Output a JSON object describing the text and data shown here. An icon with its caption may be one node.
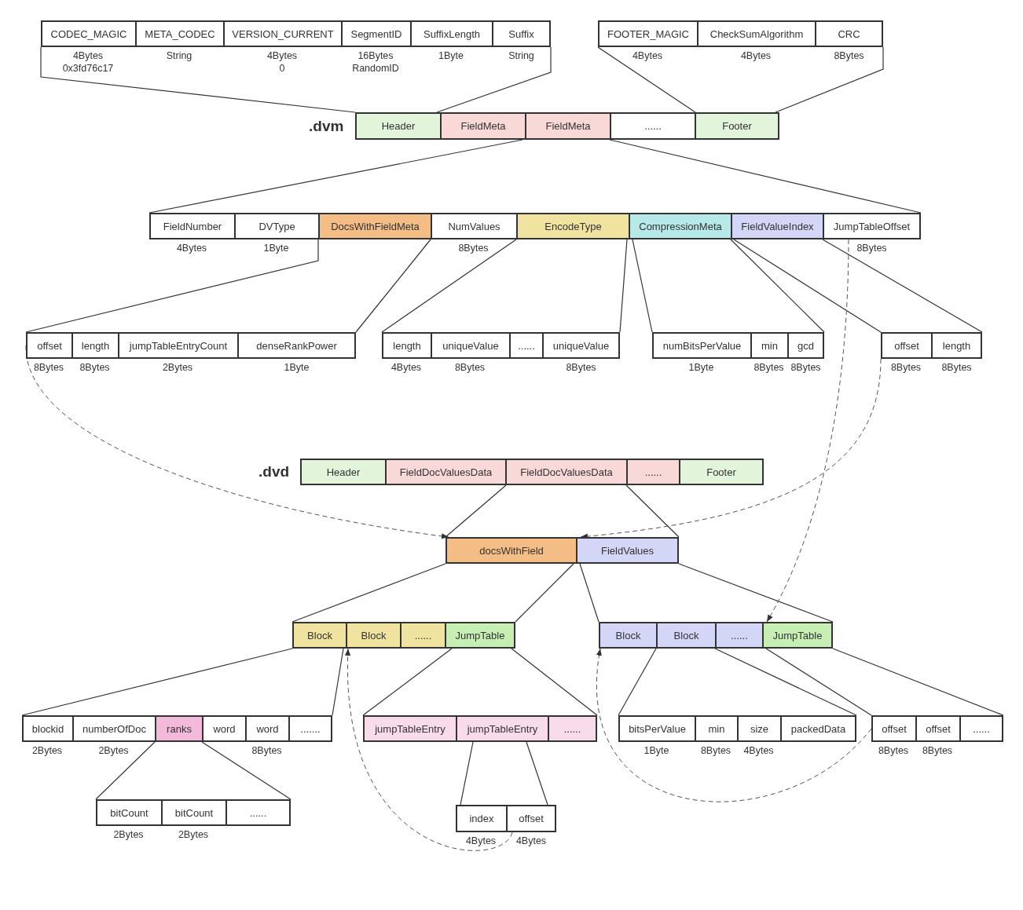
{
  "diagram": {
    "nodes": [
      {
        "text": [
          "CODEC_MAGIC"
        ],
        "beside": [
          "4Bytes",
          "0x3fd76c17"
        ]
      },
      {
        "text": [
          "META_CODEC"
        ],
        "beside": [
          "String"
        ]
      },
      {
        "text": [
          "VERSION_CURRENT"
        ],
        "beside": [
          "4Bytes",
          "0"
        ]
      },
      {
        "text": [
          "SegmentID"
        ],
        "beside": [
          "16Bytes",
          "RandomID"
        ]
      },
      {
        "text": [
          "SuffixLength"
        ],
        "beside": [
          "1Byte"
        ]
      },
      {
        "text": [
          "Suffix"
        ],
        "beside": [
          "String"
        ]
      },
      {
        "text": [
          "FOOTER_MAGIC"
        ],
        "beside": [
          "4Bytes"
        ]
      },
      {
        "text": [
          "CheckSumAlgorithm"
        ],
        "beside": [
          "4Bytes"
        ]
      },
      {
        "text": [
          "CRC"
        ],
        "beside": [
          "8Bytes"
        ]
      },
      {
        "text": [
          "Header"
        ]
      },
      {
        "text": [
          "FieldMeta"
        ]
      },
      {
        "text": [
          "FieldMeta"
        ]
      },
      {
        "text": [
          "......"
        ]
      },
      {
        "text": [
          "Footer"
        ]
      },
      {
        "text": [
          "FieldNumber"
        ],
        "beside": [
          "4Bytes"
        ]
      },
      {
        "text": [
          "DVType"
        ],
        "beside": [
          "1Byte"
        ]
      },
      {
        "text": [
          "DocsWithFieldMeta"
        ]
      },
      {
        "text": [
          "NumValues"
        ],
        "beside": [
          "8Bytes"
        ]
      },
      {
        "text": [
          "EncodeType"
        ]
      },
      {
        "text": [
          "CompressionMeta"
        ]
      },
      {
        "text": [
          "FieldValueIndex"
        ]
      },
      {
        "text": [
          "JumpTableOffset"
        ],
        "beside": [
          "8Bytes"
        ]
      },
      {
        "text": [
          "offset"
        ],
        "beside": [
          "8Bytes"
        ]
      },
      {
        "text": [
          "length"
        ],
        "beside": [
          "8Bytes"
        ]
      },
      {
        "text": [
          "jumpTableEntryCount"
        ],
        "beside": [
          "2Bytes"
        ]
      },
      {
        "text": [
          "denseRankPower"
        ],
        "beside": [
          "1Byte"
        ]
      },
      {
        "text": [
          "length"
        ],
        "beside": [
          "4Bytes"
        ]
      },
      {
        "text": [
          "uniqueValue"
        ],
        "beside": [
          "8Bytes"
        ]
      },
      {
        "text": [
          "......"
        ]
      },
      {
        "text": [
          "uniqueValue"
        ],
        "beside": [
          "8Bytes"
        ]
      },
      {
        "text": [
          "numBitsPerValue"
        ],
        "beside": [
          "1Byte"
        ]
      },
      {
        "text": [
          "min"
        ],
        "beside": [
          "8Bytes"
        ]
      },
      {
        "text": [
          "gcd"
        ],
        "beside": [
          "8Bytes"
        ]
      },
      {
        "text": [
          "offset"
        ],
        "beside": [
          "8Bytes"
        ]
      },
      {
        "text": [
          "length"
        ],
        "beside": [
          "8Bytes"
        ]
      },
      {
        "text": [
          "Header"
        ]
      },
      {
        "text": [
          "FieldDocValuesData"
        ]
      },
      {
        "text": [
          "FieldDocValuesData"
        ]
      },
      {
        "text": [
          "......"
        ]
      },
      {
        "text": [
          "Footer"
        ]
      },
      {
        "text": [
          "docsWithField"
        ]
      },
      {
        "text": [
          "FieldValues"
        ]
      },
      {
        "text": [
          "Block"
        ]
      },
      {
        "text": [
          "Block"
        ]
      },
      {
        "text": [
          "......"
        ]
      },
      {
        "text": [
          "JumpTable"
        ]
      },
      {
        "text": [
          "Block"
        ]
      },
      {
        "text": [
          "Block"
        ]
      },
      {
        "text": [
          "......"
        ]
      },
      {
        "text": [
          "JumpTable"
        ]
      },
      {
        "text": [
          "blockid"
        ],
        "beside": [
          "2Bytes"
        ]
      },
      {
        "text": [
          "numberOfDoc"
        ],
        "beside": [
          "2Bytes"
        ]
      },
      {
        "text": [
          "ranks"
        ]
      },
      {
        "text": [
          "word"
        ]
      },
      {
        "text": [
          "word"
        ],
        "beside": [
          "8Bytes"
        ]
      },
      {
        "text": [
          "......."
        ]
      },
      {
        "text": [
          "jumpTableEntry"
        ]
      },
      {
        "text": [
          "jumpTableEntry"
        ]
      },
      {
        "text": [
          "......"
        ]
      },
      {
        "text": [
          "bitsPerValue"
        ],
        "beside": [
          "1Byte"
        ]
      },
      {
        "text": [
          "min"
        ],
        "beside": [
          "8Bytes"
        ]
      },
      {
        "text": [
          "size"
        ],
        "beside": [
          "4Bytes"
        ]
      },
      {
        "text": [
          "packedData"
        ]
      },
      {
        "text": [
          "offset"
        ],
        "beside": [
          "8Bytes"
        ]
      },
      {
        "text": [
          "offset"
        ],
        "beside": [
          "8Bytes"
        ]
      },
      {
        "text": [
          "......"
        ]
      },
      {
        "text": [
          "bitCount"
        ],
        "beside": [
          "2Bytes"
        ]
      },
      {
        "text": [
          "bitCount"
        ],
        "beside": [
          "2Bytes"
        ]
      },
      {
        "text": [
          "......"
        ]
      },
      {
        "text": [
          "index"
        ],
        "beside": [
          "4Bytes"
        ]
      },
      {
        "text": [
          "offset"
        ],
        "beside": [
          "4Bytes"
        ]
      }
    ],
    "edges": [
      {
        "from": 9,
        "to": 0,
        "arrow": "none"
      },
      {
        "from": 9,
        "to": 5,
        "arrow": "none"
      },
      {
        "from": 13,
        "to": 6,
        "arrow": "none"
      },
      {
        "from": 13,
        "to": 8,
        "arrow": "none"
      },
      {
        "from": 11,
        "to": 14,
        "arrow": "none"
      },
      {
        "from": 11,
        "to": 21,
        "arrow": "none"
      },
      {
        "from": 16,
        "to": 22,
        "arrow": "none"
      },
      {
        "from": 16,
        "to": 25,
        "arrow": "none"
      },
      {
        "from": 18,
        "to": 26,
        "arrow": "none"
      },
      {
        "from": 18,
        "to": 29,
        "arrow": "none"
      },
      {
        "from": 19,
        "to": 30,
        "arrow": "none"
      },
      {
        "from": 19,
        "to": 32,
        "arrow": "none"
      },
      {
        "from": 20,
        "to": 33,
        "arrow": "none"
      },
      {
        "from": 20,
        "to": 34,
        "arrow": "none"
      },
      {
        "from": 37,
        "to": 40,
        "arrow": "none"
      },
      {
        "from": 37,
        "to": 41,
        "arrow": "none"
      },
      {
        "from": 40,
        "to": 42,
        "arrow": "none"
      },
      {
        "from": 40,
        "to": 45,
        "arrow": "none"
      },
      {
        "from": 41,
        "to": 46,
        "arrow": "none"
      },
      {
        "from": 41,
        "to": 49,
        "arrow": "none"
      },
      {
        "from": 42,
        "to": 50,
        "arrow": "none"
      },
      {
        "from": 42,
        "to": 55,
        "arrow": "none"
      },
      {
        "from": 52,
        "to": 66,
        "arrow": "none"
      },
      {
        "from": 52,
        "to": 68,
        "arrow": "none"
      },
      {
        "from": 45,
        "to": 56,
        "arrow": "none"
      },
      {
        "from": 45,
        "to": 58,
        "arrow": "none"
      },
      {
        "from": 57,
        "to": 69,
        "arrow": "none"
      },
      {
        "from": 57,
        "to": 70,
        "arrow": "none"
      },
      {
        "from": 47,
        "to": 59,
        "arrow": "none"
      },
      {
        "from": 47,
        "to": 62,
        "arrow": "none"
      },
      {
        "from": 49,
        "to": 63,
        "arrow": "none"
      },
      {
        "from": 49,
        "to": 65,
        "arrow": "none"
      },
      {
        "from": 22,
        "to": 40,
        "arrow": "to",
        "style": "dashed"
      },
      {
        "from": 33,
        "to": 41,
        "arrow": "to",
        "style": "dashed"
      },
      {
        "from": 21,
        "to": 49,
        "arrow": "to",
        "style": "dashed"
      },
      {
        "from": 63,
        "to": 46,
        "arrow": "to",
        "style": "dashed"
      },
      {
        "from": 70,
        "to": 43,
        "arrow": "to",
        "style": "dashed"
      }
    ],
    "labels": [
      ".dvm",
      ".dvd"
    ]
  }
}
